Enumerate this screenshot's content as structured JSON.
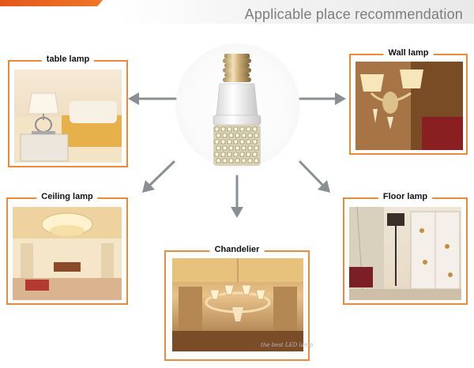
{
  "header": {
    "title": "Applicable place recommendation"
  },
  "places": [
    {
      "label": "table lamp"
    },
    {
      "label": "Wall lamp"
    },
    {
      "label": "Ceiling lamp"
    },
    {
      "label": "Chandelier"
    },
    {
      "label": "Floor lamp"
    }
  ],
  "colors": {
    "accent": "#e98a3c",
    "header_orange": "#e2581a",
    "title_grey": "#7d7d7d",
    "arrow": "#8a8f94"
  },
  "watermark": "the best LED lamp"
}
